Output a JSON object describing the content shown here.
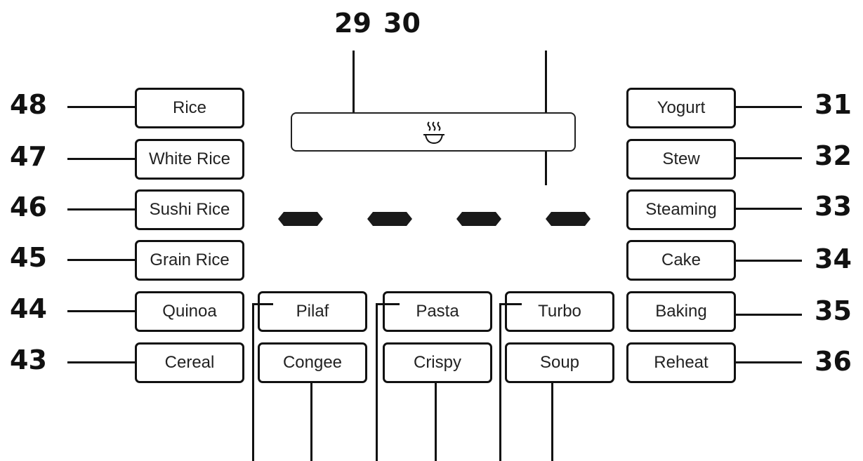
{
  "callouts_top": [
    "29",
    "30"
  ],
  "left_column": [
    {
      "label": "Rice",
      "number": "48"
    },
    {
      "label": "White Rice",
      "number": "47"
    },
    {
      "label": "Sushi Rice",
      "number": "46"
    },
    {
      "label": "Grain Rice",
      "number": "45"
    },
    {
      "label": "Quinoa",
      "number": "44"
    },
    {
      "label": "Cereal",
      "number": "43"
    }
  ],
  "right_column": [
    {
      "label": "Yogurt",
      "number": "31"
    },
    {
      "label": "Stew",
      "number": "32"
    },
    {
      "label": "Steaming",
      "number": "33"
    },
    {
      "label": "Cake",
      "number": "34"
    },
    {
      "label": "Baking",
      "number": "35"
    },
    {
      "label": "Reheat",
      "number": "36"
    }
  ],
  "center_top_row": [
    "Pilaf",
    "Pasta",
    "Turbo"
  ],
  "center_bottom_row": [
    "Congee",
    "Crispy",
    "Soup"
  ],
  "display": {
    "icon": "steaming-bowl-icon",
    "digit_segments": 4
  }
}
